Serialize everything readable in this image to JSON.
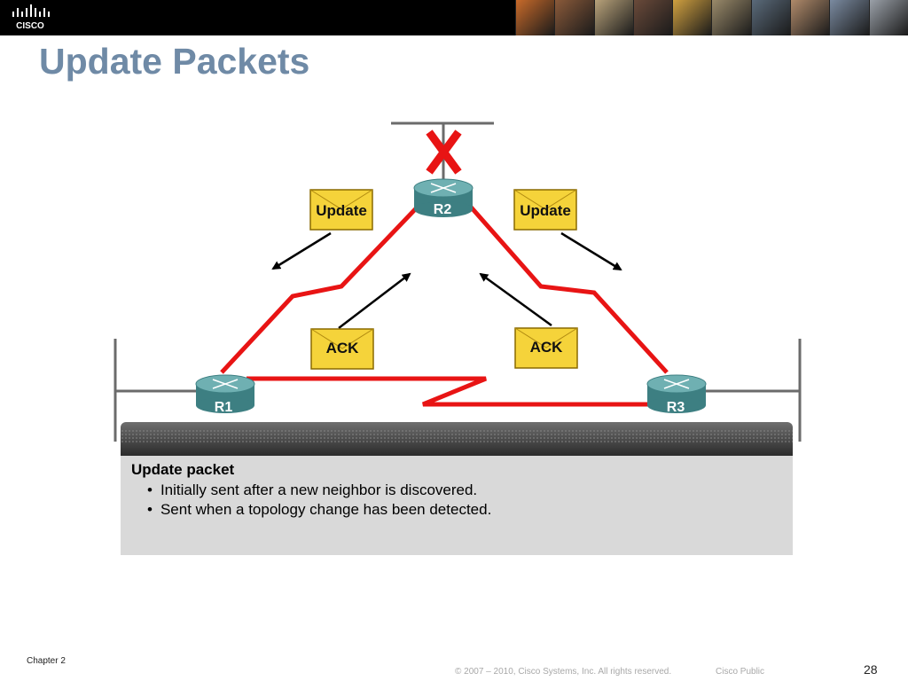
{
  "header": {
    "logo_text": "CISCO",
    "photo_strip_colors": [
      "#c86a2a",
      "#8a5a3a",
      "#b8a27a",
      "#6a4a3a",
      "#d0a040",
      "#9a8a6a",
      "#5a6a7a",
      "#b08a6a",
      "#7a8aa0",
      "#9aa0a8"
    ]
  },
  "title": "Update Packets",
  "diagram": {
    "routers": [
      {
        "id": "R1",
        "label": "R1"
      },
      {
        "id": "R2",
        "label": "R2"
      },
      {
        "id": "R3",
        "label": "R3"
      }
    ],
    "envelopes": [
      {
        "label": "Update",
        "type": "update"
      },
      {
        "label": "Update",
        "type": "update"
      },
      {
        "label": "ACK",
        "type": "ack"
      },
      {
        "label": "ACK",
        "type": "ack"
      }
    ],
    "failed_link_marker": "X",
    "colors": {
      "link": "#e81414",
      "envelope_fill": "#f5d33a",
      "envelope_stroke": "#8a6a00",
      "router_top": "#5f9ea0",
      "router_body": "#3d7f82",
      "arrow": "#000000",
      "failure_mark": "#e81414"
    }
  },
  "panel": {
    "title": "Update packet",
    "bullets": [
      "Initially sent after a new neighbor is discovered.",
      "Sent when a topology change has been detected."
    ]
  },
  "footer": {
    "chapter": "Chapter 2",
    "copyright": "© 2007 – 2010, Cisco Systems, Inc. All rights reserved.",
    "classification": "Cisco Public",
    "page_number": "28"
  }
}
